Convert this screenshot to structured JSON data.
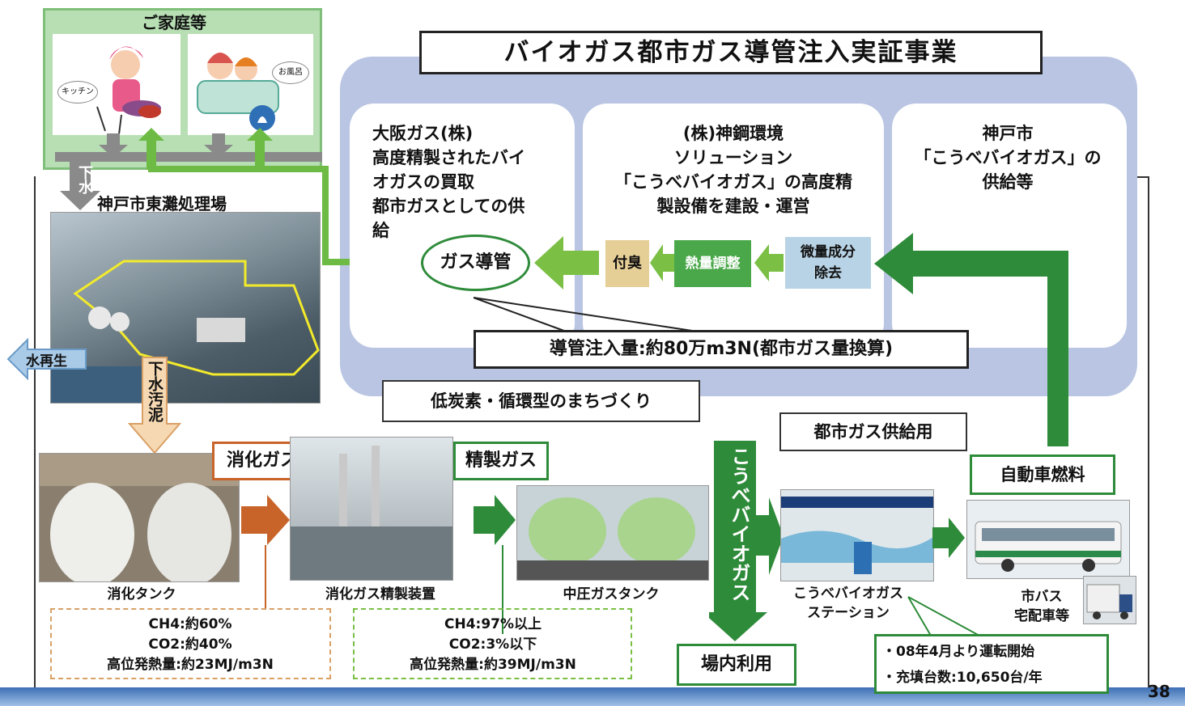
{
  "household": {
    "title": "ご家庭等",
    "kitchen_label": "キッチン",
    "bath_label": "お風呂"
  },
  "sewage_label": "下水",
  "plant_name": "神戸市東灘処理場",
  "water_reuse_label": "水再生",
  "sludge_label": "下水汚泥",
  "project": {
    "title": "バイオガス都市ガス導管注入実証事業",
    "osaka_gas": "大阪ガス(株)\n高度精製されたバイ\nオガスの買取\n都市ガスとしての供\n給",
    "kobelco": "(株)神鋼環境\nソリューション\n「こうべバイオガス」の高度精\n製設備を建設・運営",
    "kobe_city": "神戸市\n「こうべバイオガス」の\n供給等",
    "pipeline_label": "ガス導管",
    "process": {
      "odorize": "付臭",
      "heat_adjust": "熱量調整",
      "trace_removal": "微量成分\n除去"
    },
    "injection_amount": "導管注入量:約80万m3N(都市ガス量換算)"
  },
  "slogan": "低炭素・循環型のまちづくり",
  "city_gas_supply_label": "都市ガス供給用",
  "vehicle_fuel_label": "自動車燃料",
  "digest_gas_label": "消化ガス",
  "refined_gas_label": "精製ガス",
  "kobe_biogas_label": "こうべバイオガス",
  "onsite_use_label": "場内利用",
  "captions": {
    "digestion_tank": "消化タンク",
    "refiner": "消化ガス精製装置",
    "gas_tank": "中圧ガスタンク",
    "station": "こうべバイオガス\nステーション",
    "bus": "市バス\n宅配車等"
  },
  "digest_gas_spec": "CH4:約60%\nCO2:約40%\n高位発熱量:約23MJ/m3N",
  "refined_gas_spec": "CH4:97%以上\nCO2:3%以下\n高位発熱量:約39MJ/m3N",
  "station_info": "・08年4月より運転開始\n・充填台数:10,650台/年",
  "page_number": "38",
  "colors": {
    "green": "#2e8b3a",
    "light_green": "#8cc63f",
    "orange": "#c8642a",
    "blue_panel": "#b9c5e2",
    "sky": "#a9cbe8"
  }
}
